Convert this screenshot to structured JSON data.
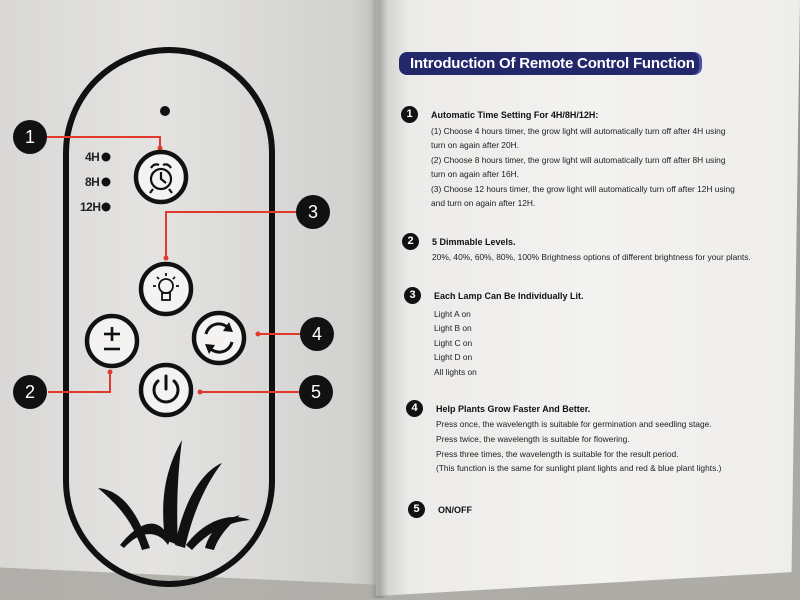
{
  "remote": {
    "callouts": [
      "1",
      "2",
      "3",
      "4",
      "5"
    ],
    "timer_labels": [
      "4H",
      "8H",
      "12H"
    ]
  },
  "manual": {
    "title": "Introduction Of Remote Control Function",
    "sections": [
      {
        "number": "1",
        "heading": "Automatic Time Setting For 4H/8H/12H:",
        "lines": [
          "(1) Choose 4 hours timer, the grow light will automatically turn off after 4H using",
          "turn on again after 20H.",
          "(2) Choose 8 hours timer, the grow light will automatically turn off after 8H using",
          "turn on again after 16H.",
          "(3) Choose 12 hours timer, the grow light will automatically turn off after 12H using",
          "and turn on again after 12H."
        ]
      },
      {
        "number": "2",
        "heading": "5 Dimmable Levels.",
        "lines": [
          "20%, 40%, 60%, 80%, 100% Brightness options of different brightness for your plants."
        ]
      },
      {
        "number": "3",
        "heading": "Each Lamp Can Be Individually Lit.",
        "lines": [
          "Light A on",
          "Light B on",
          "Light C on",
          "Light D on",
          "All lights on"
        ]
      },
      {
        "number": "4",
        "heading": "Help Plants Grow Faster And Better.",
        "lines": [
          "Press once, the wavelength is suitable for germination and seedling stage.",
          "Press twice, the wavelength is suitable for flowering.",
          "Press three times, the wavelength is suitable for the result period.",
          "(This function is the same for sunlight plant lights and red & blue plant lights.)"
        ]
      },
      {
        "number": "5",
        "heading": "ON/OFF",
        "lines": []
      }
    ]
  },
  "colors": {
    "title_bg": "#23286b",
    "callout_line": "#e03a2f",
    "ink": "#111111"
  }
}
